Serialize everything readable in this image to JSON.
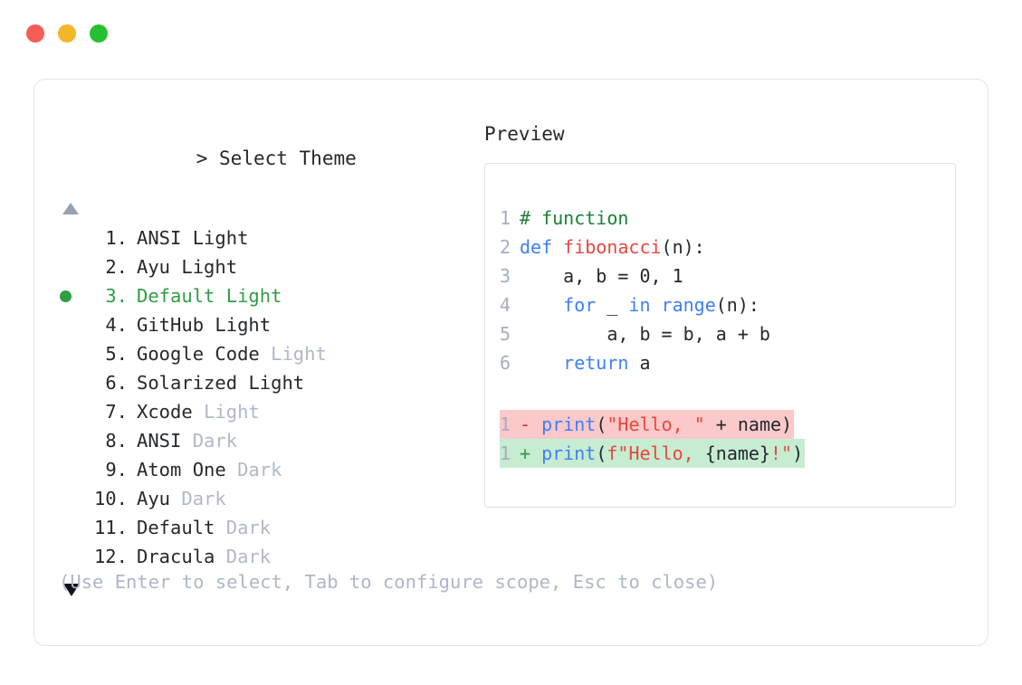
{
  "titlebar": {
    "buttons": [
      {
        "name": "close",
        "color": "#f45e57"
      },
      {
        "name": "minimize",
        "color": "#f5b72a"
      },
      {
        "name": "maximize",
        "color": "#28c033"
      }
    ]
  },
  "prompt": {
    "caret": ">",
    "title": "Select Theme"
  },
  "scroll": {
    "up_icon": "triangle-up",
    "down_icon": "triangle-down",
    "up_color": "#97a1b5",
    "down_color": "#11131c"
  },
  "selection": {
    "selected_index": 3,
    "selected_label": "Default Light",
    "bullet_color": "#2f9e44",
    "accent_color": "#2f9e44"
  },
  "themes": [
    {
      "index": "1.",
      "name": "ANSI",
      "tag": "Light",
      "tag_muted": false,
      "selected": false
    },
    {
      "index": "2.",
      "name": "Ayu",
      "tag": "Light",
      "tag_muted": false,
      "selected": false
    },
    {
      "index": "3.",
      "name": "Default",
      "tag": "Light",
      "tag_muted": false,
      "selected": true
    },
    {
      "index": "4.",
      "name": "GitHub",
      "tag": "Light",
      "tag_muted": false,
      "selected": false
    },
    {
      "index": "5.",
      "name": "Google Code",
      "tag": "Light",
      "tag_muted": true,
      "selected": false
    },
    {
      "index": "6.",
      "name": "Solarized",
      "tag": "Light",
      "tag_muted": false,
      "selected": false
    },
    {
      "index": "7.",
      "name": "Xcode",
      "tag": "Light",
      "tag_muted": true,
      "selected": false
    },
    {
      "index": "8.",
      "name": "ANSI",
      "tag": "Dark",
      "tag_muted": true,
      "selected": false
    },
    {
      "index": "9.",
      "name": "Atom One",
      "tag": "Dark",
      "tag_muted": true,
      "selected": false
    },
    {
      "index": "10.",
      "name": "Ayu",
      "tag": "Dark",
      "tag_muted": true,
      "selected": false
    },
    {
      "index": "11.",
      "name": "Default",
      "tag": "Dark",
      "tag_muted": true,
      "selected": false
    },
    {
      "index": "12.",
      "name": "Dracula",
      "tag": "Dark",
      "tag_muted": true,
      "selected": false
    }
  ],
  "preview": {
    "label": "Preview",
    "code_lines": [
      {
        "n": "1",
        "tokens": [
          {
            "t": "# function",
            "k": "comment"
          }
        ]
      },
      {
        "n": "2",
        "tokens": [
          {
            "t": "def ",
            "k": "kw"
          },
          {
            "t": "fibonacci",
            "k": "fn"
          },
          {
            "t": "(n):",
            "k": "plain"
          }
        ]
      },
      {
        "n": "3",
        "tokens": [
          {
            "t": "    a, b = 0, 1",
            "k": "plain"
          }
        ]
      },
      {
        "n": "4",
        "tokens": [
          {
            "t": "    ",
            "k": "plain"
          },
          {
            "t": "for",
            "k": "kw"
          },
          {
            "t": " _ ",
            "k": "plain"
          },
          {
            "t": "in range",
            "k": "kw"
          },
          {
            "t": "(n):",
            "k": "plain"
          }
        ]
      },
      {
        "n": "5",
        "tokens": [
          {
            "t": "        a, b = b, a + b",
            "k": "plain"
          }
        ]
      },
      {
        "n": "6",
        "tokens": [
          {
            "t": "    ",
            "k": "plain"
          },
          {
            "t": "return",
            "k": "kw"
          },
          {
            "t": " a",
            "k": "plain"
          }
        ]
      }
    ],
    "diff_lines": [
      {
        "n": "1",
        "kind": "del",
        "sign": "-",
        "tokens": [
          {
            "t": "print",
            "k": "kw"
          },
          {
            "t": "(",
            "k": "plain"
          },
          {
            "t": "\"Hello, \"",
            "k": "str"
          },
          {
            "t": " + name)",
            "k": "plain"
          }
        ]
      },
      {
        "n": "1",
        "kind": "add",
        "sign": "+",
        "tokens": [
          {
            "t": "print",
            "k": "kw"
          },
          {
            "t": "(",
            "k": "plain"
          },
          {
            "t": "f\"Hello, ",
            "k": "str"
          },
          {
            "t": "{name}",
            "k": "plain"
          },
          {
            "t": "!\"",
            "k": "str"
          },
          {
            "t": ")",
            "k": "plain"
          }
        ]
      }
    ],
    "colors": {
      "comment": "#1a8037",
      "keyword": "#3f7ff5",
      "function": "#e8463f",
      "string": "#e8463f",
      "plain": "#24292e",
      "line_number": "#a5aec1",
      "diff_del_bg": "#fbc9c9",
      "diff_add_bg": "#c6ecd1"
    }
  },
  "footer": {
    "hint": "(Use Enter to select, Tab to configure scope, Esc to close)"
  }
}
